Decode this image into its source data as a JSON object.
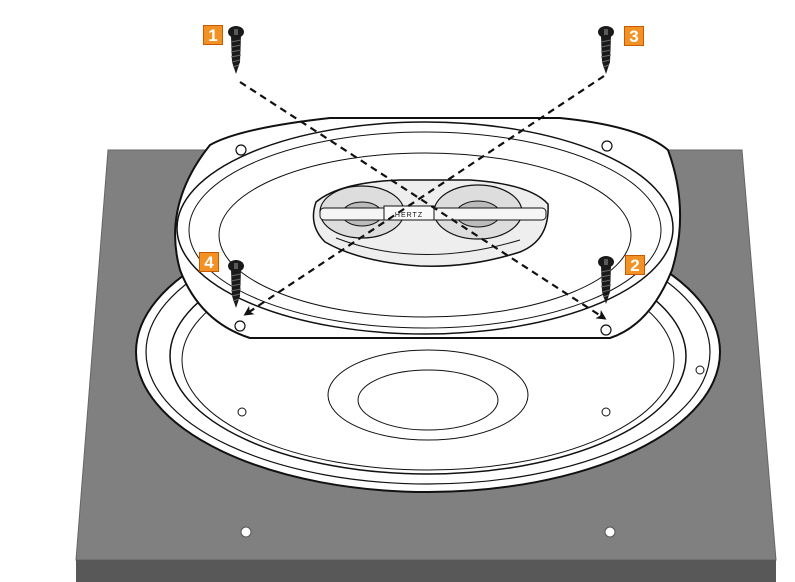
{
  "brand": {
    "logo_text": "HERTZ"
  },
  "steps": [
    {
      "label": "1"
    },
    {
      "label": "2"
    },
    {
      "label": "3"
    },
    {
      "label": "4"
    }
  ],
  "colors": {
    "badge": "#f39224",
    "panel": "#7f7f7f",
    "panel_edge": "#565656",
    "screw": "#1a1a1a"
  },
  "icons": {
    "screw": "screw-icon",
    "speaker": "speaker-icon",
    "grille": "grille-ring-icon",
    "panel": "mounting-panel-icon"
  }
}
